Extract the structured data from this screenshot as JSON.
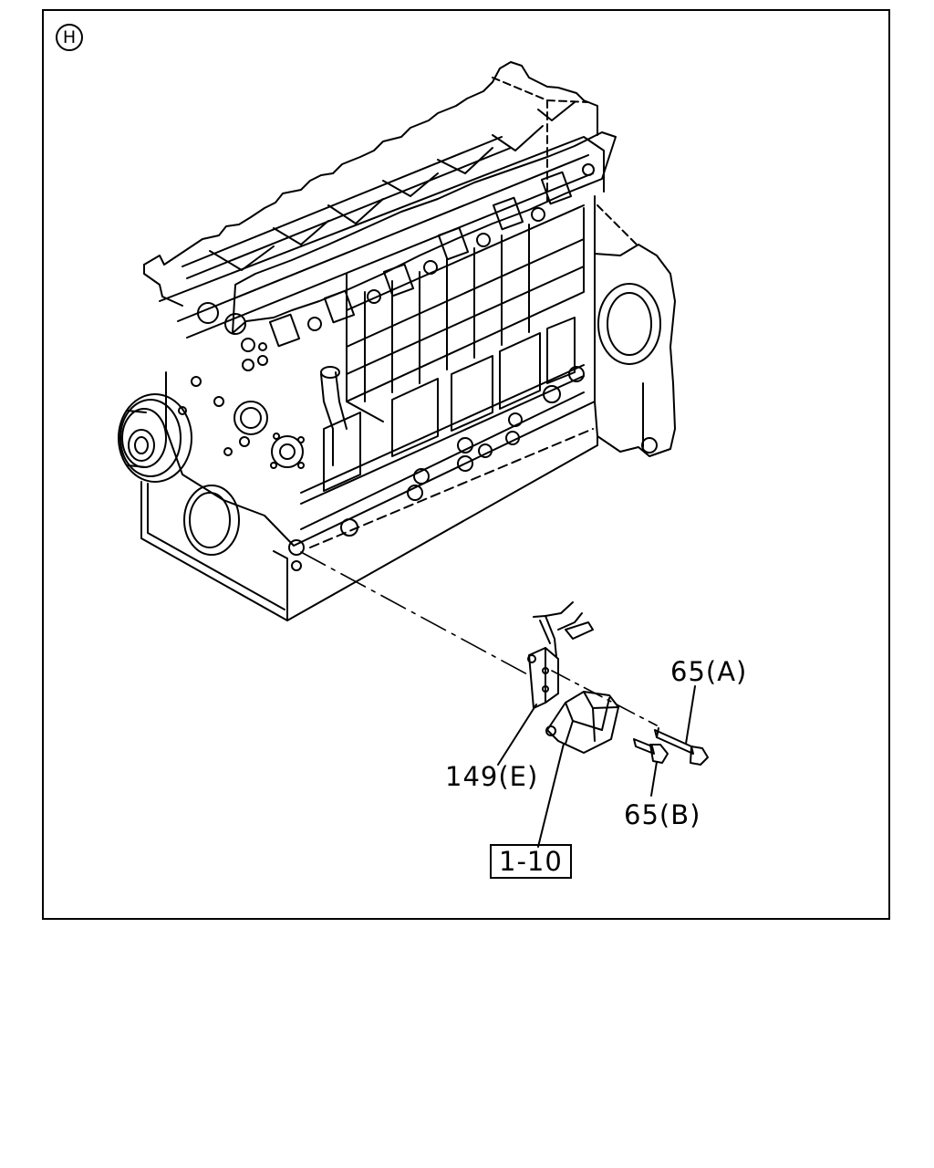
{
  "view_marker": "H",
  "callouts": {
    "bolt_a": "65(A)",
    "bolt_b": "65(B)",
    "bracket": "149(E)",
    "mount_ref": "1-10"
  },
  "colors": {
    "line": "#000000",
    "background": "#ffffff"
  }
}
